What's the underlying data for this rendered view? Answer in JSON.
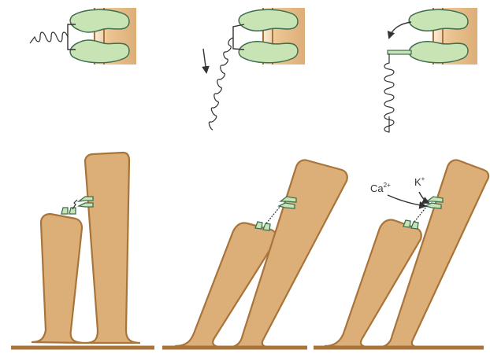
{
  "diagram": {
    "ion_labels": {
      "calcium": "Ca",
      "calcium_charge": "2+",
      "potassium": "K",
      "potassium_charge": "+"
    },
    "colors": {
      "membrane_fill": "#dcae78",
      "membrane_edge": "#a8743a",
      "membrane_fade": "#fbf1e4",
      "channel_fill": "#c8e3b4",
      "channel_edge": "#3f6e50",
      "spring": "#333333",
      "arrow": "#333333",
      "background": "#ffffff"
    },
    "panels_top": [
      {
        "state": "closed",
        "spring": "compressed"
      },
      {
        "state": "opening",
        "spring": "stretched"
      },
      {
        "state": "open",
        "spring": "stretched"
      }
    ],
    "panels_bottom": [
      {
        "state": "resting"
      },
      {
        "state": "deflected"
      },
      {
        "state": "deflected-open",
        "ion_flow": [
          "calcium",
          "potassium"
        ]
      }
    ]
  }
}
